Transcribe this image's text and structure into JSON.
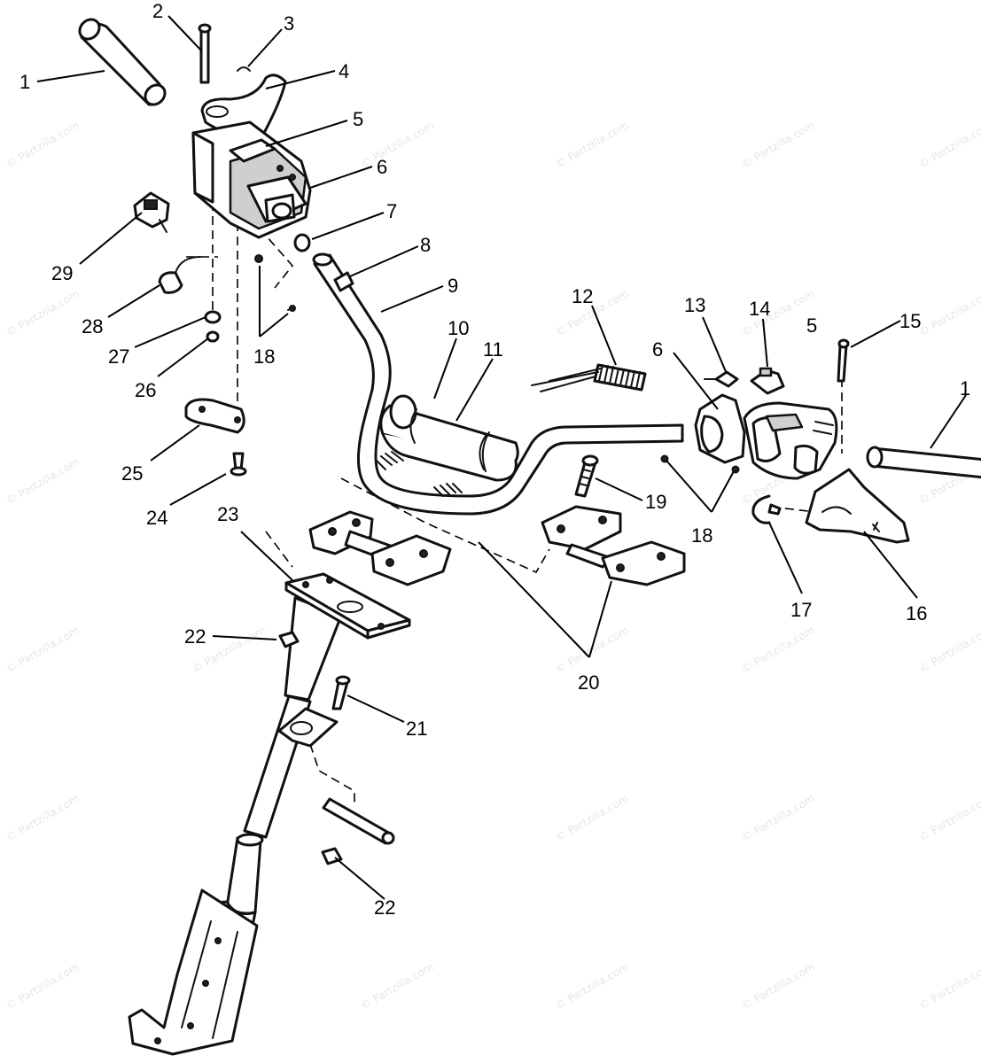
{
  "callouts": [
    {
      "id": "c1a",
      "text": "1"
    },
    {
      "id": "c2",
      "text": "2"
    },
    {
      "id": "c3",
      "text": "3"
    },
    {
      "id": "c4",
      "text": "4"
    },
    {
      "id": "c5a",
      "text": "5"
    },
    {
      "id": "c6a",
      "text": "6"
    },
    {
      "id": "c7",
      "text": "7"
    },
    {
      "id": "c8",
      "text": "8"
    },
    {
      "id": "c9",
      "text": "9"
    },
    {
      "id": "c10",
      "text": "10"
    },
    {
      "id": "c11",
      "text": "11"
    },
    {
      "id": "c12",
      "text": "12"
    },
    {
      "id": "c13",
      "text": "13"
    },
    {
      "id": "c14",
      "text": "14"
    },
    {
      "id": "c5b",
      "text": "5"
    },
    {
      "id": "c15",
      "text": "15"
    },
    {
      "id": "c1b",
      "text": "1"
    },
    {
      "id": "c6b",
      "text": "6"
    },
    {
      "id": "c18a",
      "text": "18"
    },
    {
      "id": "c18b",
      "text": "18"
    },
    {
      "id": "c19",
      "text": "19"
    },
    {
      "id": "c17",
      "text": "17"
    },
    {
      "id": "c16",
      "text": "16"
    },
    {
      "id": "c20",
      "text": "20"
    },
    {
      "id": "c21",
      "text": "21"
    },
    {
      "id": "c22a",
      "text": "22"
    },
    {
      "id": "c22b",
      "text": "22"
    },
    {
      "id": "c23",
      "text": "23"
    },
    {
      "id": "c24",
      "text": "24"
    },
    {
      "id": "c25",
      "text": "25"
    },
    {
      "id": "c26",
      "text": "26"
    },
    {
      "id": "c27",
      "text": "27"
    },
    {
      "id": "c28",
      "text": "28"
    },
    {
      "id": "c29",
      "text": "29"
    }
  ],
  "watermark": {
    "text": "© Partzilla.com"
  }
}
